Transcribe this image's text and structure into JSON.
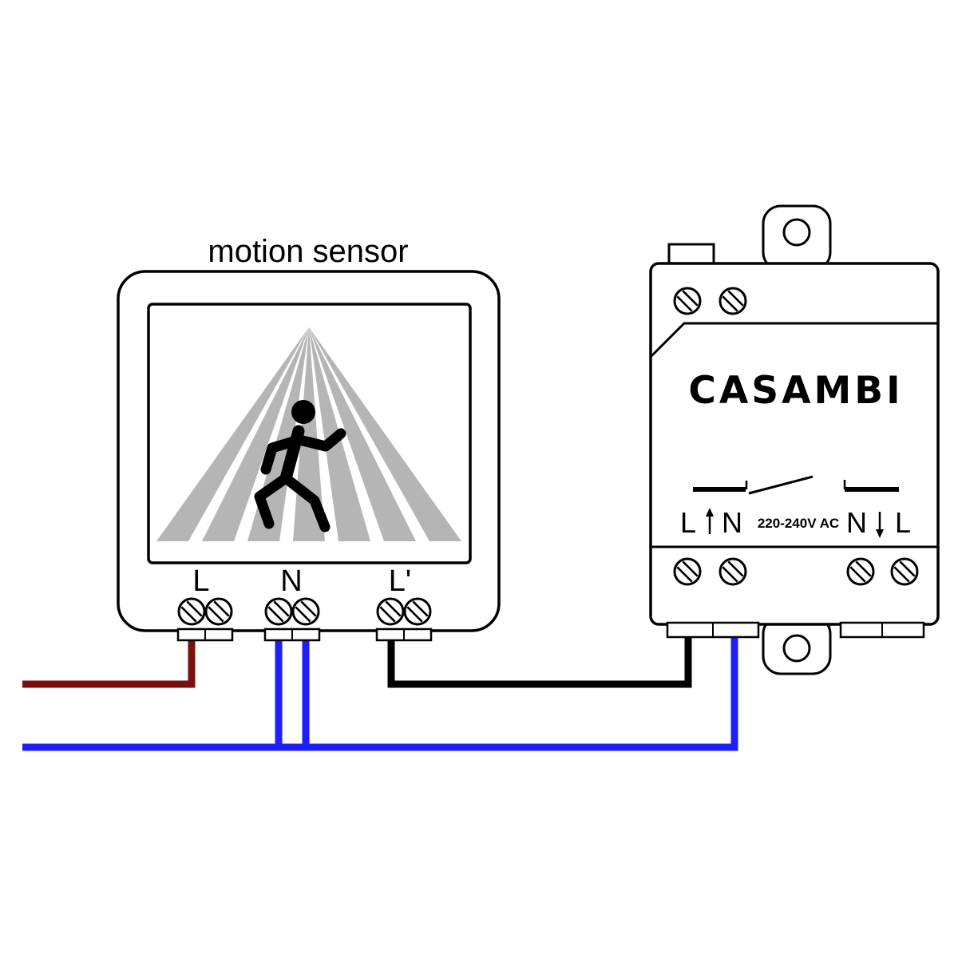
{
  "title": "motion sensor",
  "sensor": {
    "terminals": {
      "live": "L",
      "neutral": "N",
      "switched": "L'"
    }
  },
  "device": {
    "brand": "CASAMBI",
    "rating": "220-240V AC",
    "input": {
      "left": "L",
      "right": "N"
    },
    "output": {
      "left": "N",
      "right": "L"
    }
  },
  "colors": {
    "wire_live": "#7a1010",
    "wire_neutral": "#1e1eff",
    "wire_switched": "#000000",
    "beam_gray": "#b5b5b5"
  }
}
